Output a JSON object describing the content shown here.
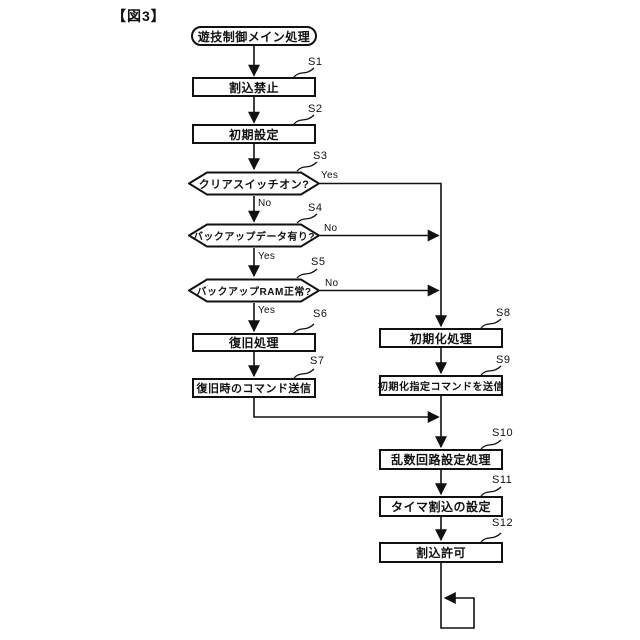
{
  "figure_label": "【図3】",
  "flowchart": {
    "start": "遊技制御メイン処理",
    "steps": [
      {
        "id": "S1",
        "text": "割込禁止"
      },
      {
        "id": "S2",
        "text": "初期設定"
      },
      {
        "id": "S3",
        "text": "クリアスイッチオン?"
      },
      {
        "id": "S4",
        "text": "バックアップデータ有り?"
      },
      {
        "id": "S5",
        "text": "バックアップRAM正常?"
      },
      {
        "id": "S6",
        "text": "復旧処理"
      },
      {
        "id": "S7",
        "text": "復旧時のコマンド送信"
      },
      {
        "id": "S8",
        "text": "初期化処理"
      },
      {
        "id": "S9",
        "text": "初期化指定コマンドを送信"
      },
      {
        "id": "S10",
        "text": "乱数回路設定処理"
      },
      {
        "id": "S11",
        "text": "タイマ割込の設定"
      },
      {
        "id": "S12",
        "text": "割込許可"
      }
    ],
    "branches": {
      "s3_yes": "Yes",
      "s3_no": "No",
      "s4_no": "No",
      "s4_yes": "Yes",
      "s5_no": "No",
      "s5_yes": "Yes"
    }
  }
}
